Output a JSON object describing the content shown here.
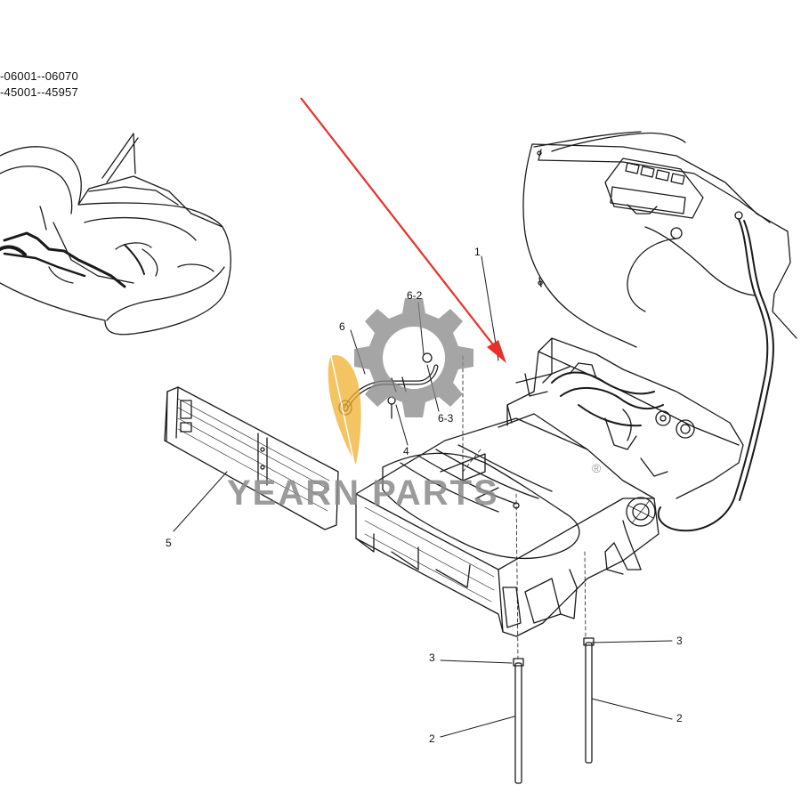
{
  "serial_ranges": [
    "-06001--06070",
    "-45001--45957"
  ],
  "callouts": {
    "unit": "1",
    "pipe_left": "2",
    "pipe_right": "2",
    "cap_left": "3",
    "cap_right": "3",
    "bolt": "4",
    "filter": "5",
    "hose": "6",
    "clamp_top": "6-2",
    "clamp_bottom": "6-3"
  },
  "watermark": {
    "text": "YEARN PARTS",
    "registered": "®"
  },
  "colors": {
    "line": "#1a1a1a",
    "arrow": "#e8302a",
    "watermark_gray": "#8a8a8a",
    "watermark_yellow": "#f2b233"
  }
}
